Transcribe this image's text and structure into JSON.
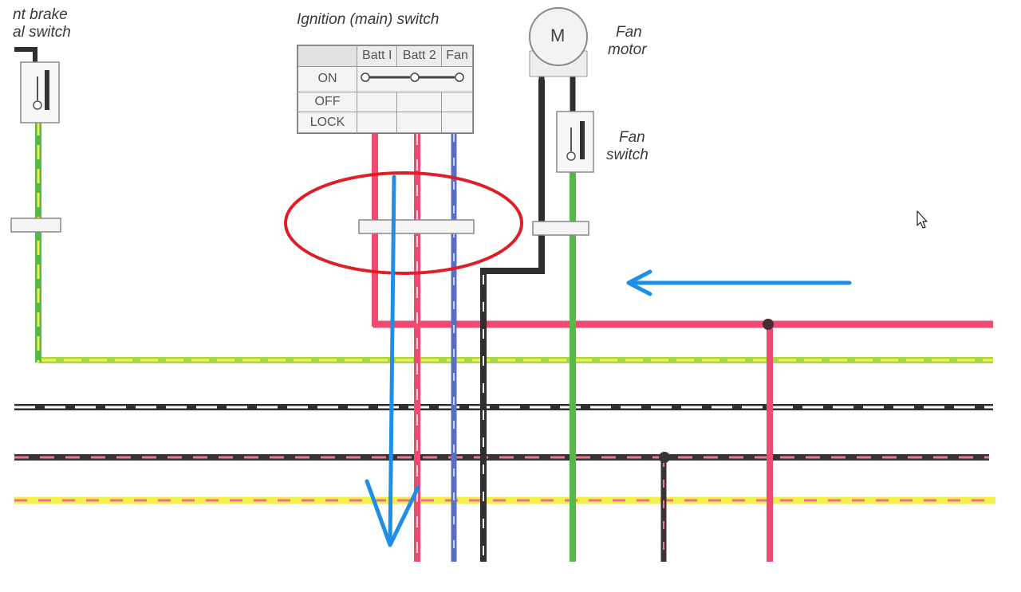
{
  "labels": {
    "front_brake_switch_line1": "nt brake",
    "front_brake_switch_line2": "al switch",
    "ignition_switch_title": "Ignition (main) switch",
    "fan_motor_line1": "Fan",
    "fan_motor_line2": "motor",
    "fan_switch_line1": "Fan",
    "fan_switch_line2": "switch",
    "motor_symbol": "M"
  },
  "ignition_table": {
    "columns": [
      "Batt I",
      "Batt 2",
      "Fan"
    ],
    "rows": [
      "ON",
      "OFF",
      "LOCK"
    ]
  },
  "colors": {
    "red_wire": "#ee4b73",
    "black_wire": "#2f2f2f",
    "green_wire": "#57b84a",
    "yellow_stripe": "#f2ef4a",
    "blue_wire": "#5a6fc4",
    "annotation_blue": "#1f8ee6",
    "annotation_red_ellipse": "#e01e26"
  },
  "annotations": [
    {
      "type": "ellipse",
      "color": "red",
      "target": "connector below ignition switch"
    },
    {
      "type": "arrow",
      "color": "blue",
      "direction": "down"
    },
    {
      "type": "arrow",
      "color": "blue",
      "direction": "left"
    }
  ],
  "cursor": {
    "icon": "mouse-pointer-icon"
  }
}
